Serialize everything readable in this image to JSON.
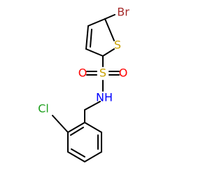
{
  "molecule": {
    "atoms": {
      "bromine": "Br",
      "sulfur_ring": "S",
      "sulfur_sulfonyl": "S",
      "oxygen_left": "O",
      "oxygen_right": "O",
      "amine": "NH",
      "chlorine": "Cl"
    }
  },
  "colors": {
    "bond": "#000000",
    "bromine": "#a52a2a",
    "sulfur": "#c8a000",
    "oxygen": "#ff0000",
    "nitrogen": "#0000ff",
    "chlorine": "#1fa01f"
  }
}
